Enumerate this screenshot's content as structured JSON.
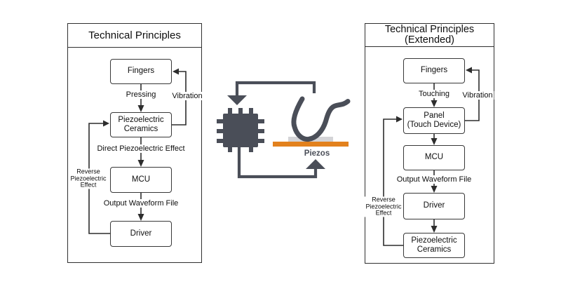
{
  "left_panel": {
    "title": "Technical Principles",
    "nodes": {
      "fingers": "Fingers",
      "ceramics": "Piezoelectric\nCeramics",
      "mcu": "MCU",
      "driver": "Driver"
    },
    "edge_labels": {
      "pressing": "Pressing",
      "vibration": "Vibration",
      "direct": "Direct Piezoelectric Effect",
      "output": "Output Waveform File",
      "reverse": "Reverse\nPiezoelectric\nEffect"
    }
  },
  "right_panel": {
    "title": "Technical Principles\n(Extended)",
    "nodes": {
      "fingers": "Fingers",
      "panel": "Panel\n(Touch Device)",
      "mcu": "MCU",
      "driver": "Driver",
      "ceramics": "Piezoelectric\nCeramics"
    },
    "edge_labels": {
      "touching": "Touching",
      "vibration": "Vibration",
      "output": "Output Waveform File",
      "reverse": "Reverse\nPiezoelectric\nEffect"
    }
  },
  "center_illustration": {
    "piezos_label": "Piezos",
    "icons": [
      "chip-icon",
      "finger-icon",
      "loop-arrow-down",
      "loop-arrow-up"
    ],
    "colors": {
      "dark": "#4a4e58",
      "orange": "#e2811d",
      "panel_gray": "#d4d4d7",
      "connector": "#2d2d2d"
    }
  }
}
